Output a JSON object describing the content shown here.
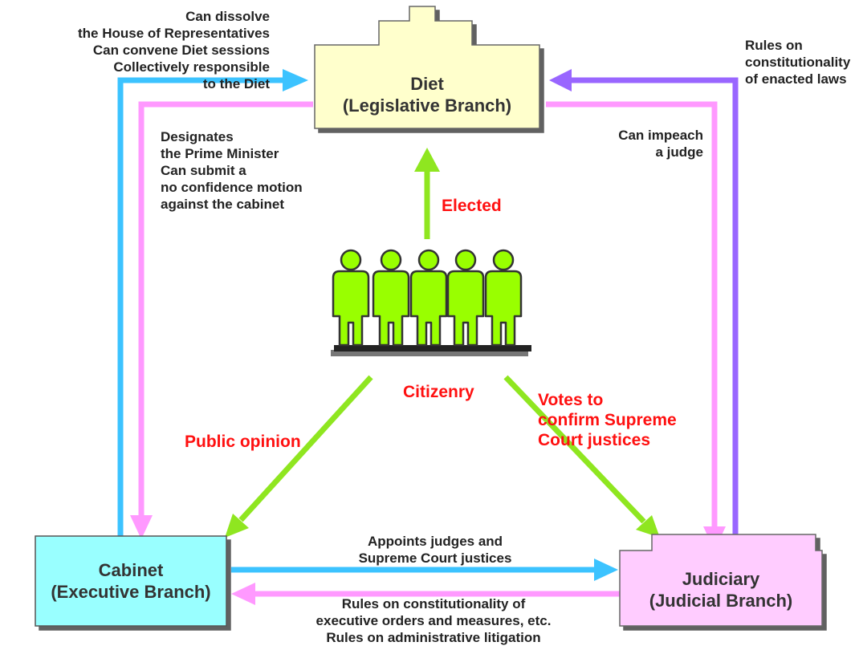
{
  "nodes": {
    "diet": "Diet\n(Legislative Branch)",
    "cabinet": "Cabinet\n(Executive Branch)",
    "judiciary": "Judiciary\n(Judicial Branch)",
    "citizenry": "Citizenry"
  },
  "labels": {
    "cabinet_to_diet": "Can dissolve\nthe House of Representatives\nCan convene Diet sessions\nCollectively responsible\nto the Diet",
    "diet_to_cabinet": "Designates\nthe Prime Minister\nCan submit a\nno confidence motion\nagainst the cabinet",
    "judiciary_to_diet": "Rules on\nconstitutionality\nof enacted laws",
    "diet_to_judiciary": "Can impeach\na judge",
    "citizens_to_diet": "Elected",
    "citizens_to_cabinet": "Public opinion",
    "citizens_to_judiciary": "Votes to\nconfirm Supreme\nCourt justices",
    "cabinet_to_judiciary": "Appoints judges and\nSupreme Court justices",
    "judiciary_to_cabinet": "Rules on constitutionality of\nexecutive orders and measures, etc.\nRules on administrative litigation"
  },
  "colors": {
    "diet_fill": "#ffffcc",
    "cabinet_fill": "#99ffff",
    "judiciary_fill": "#ffccff",
    "citizen_green": "#99ff00",
    "arrow_blue": "#3cc3ff",
    "arrow_pink": "#ff99ff",
    "arrow_purple": "#9966ff",
    "arrow_green": "#8fe620",
    "label_red": "#ff1010"
  }
}
